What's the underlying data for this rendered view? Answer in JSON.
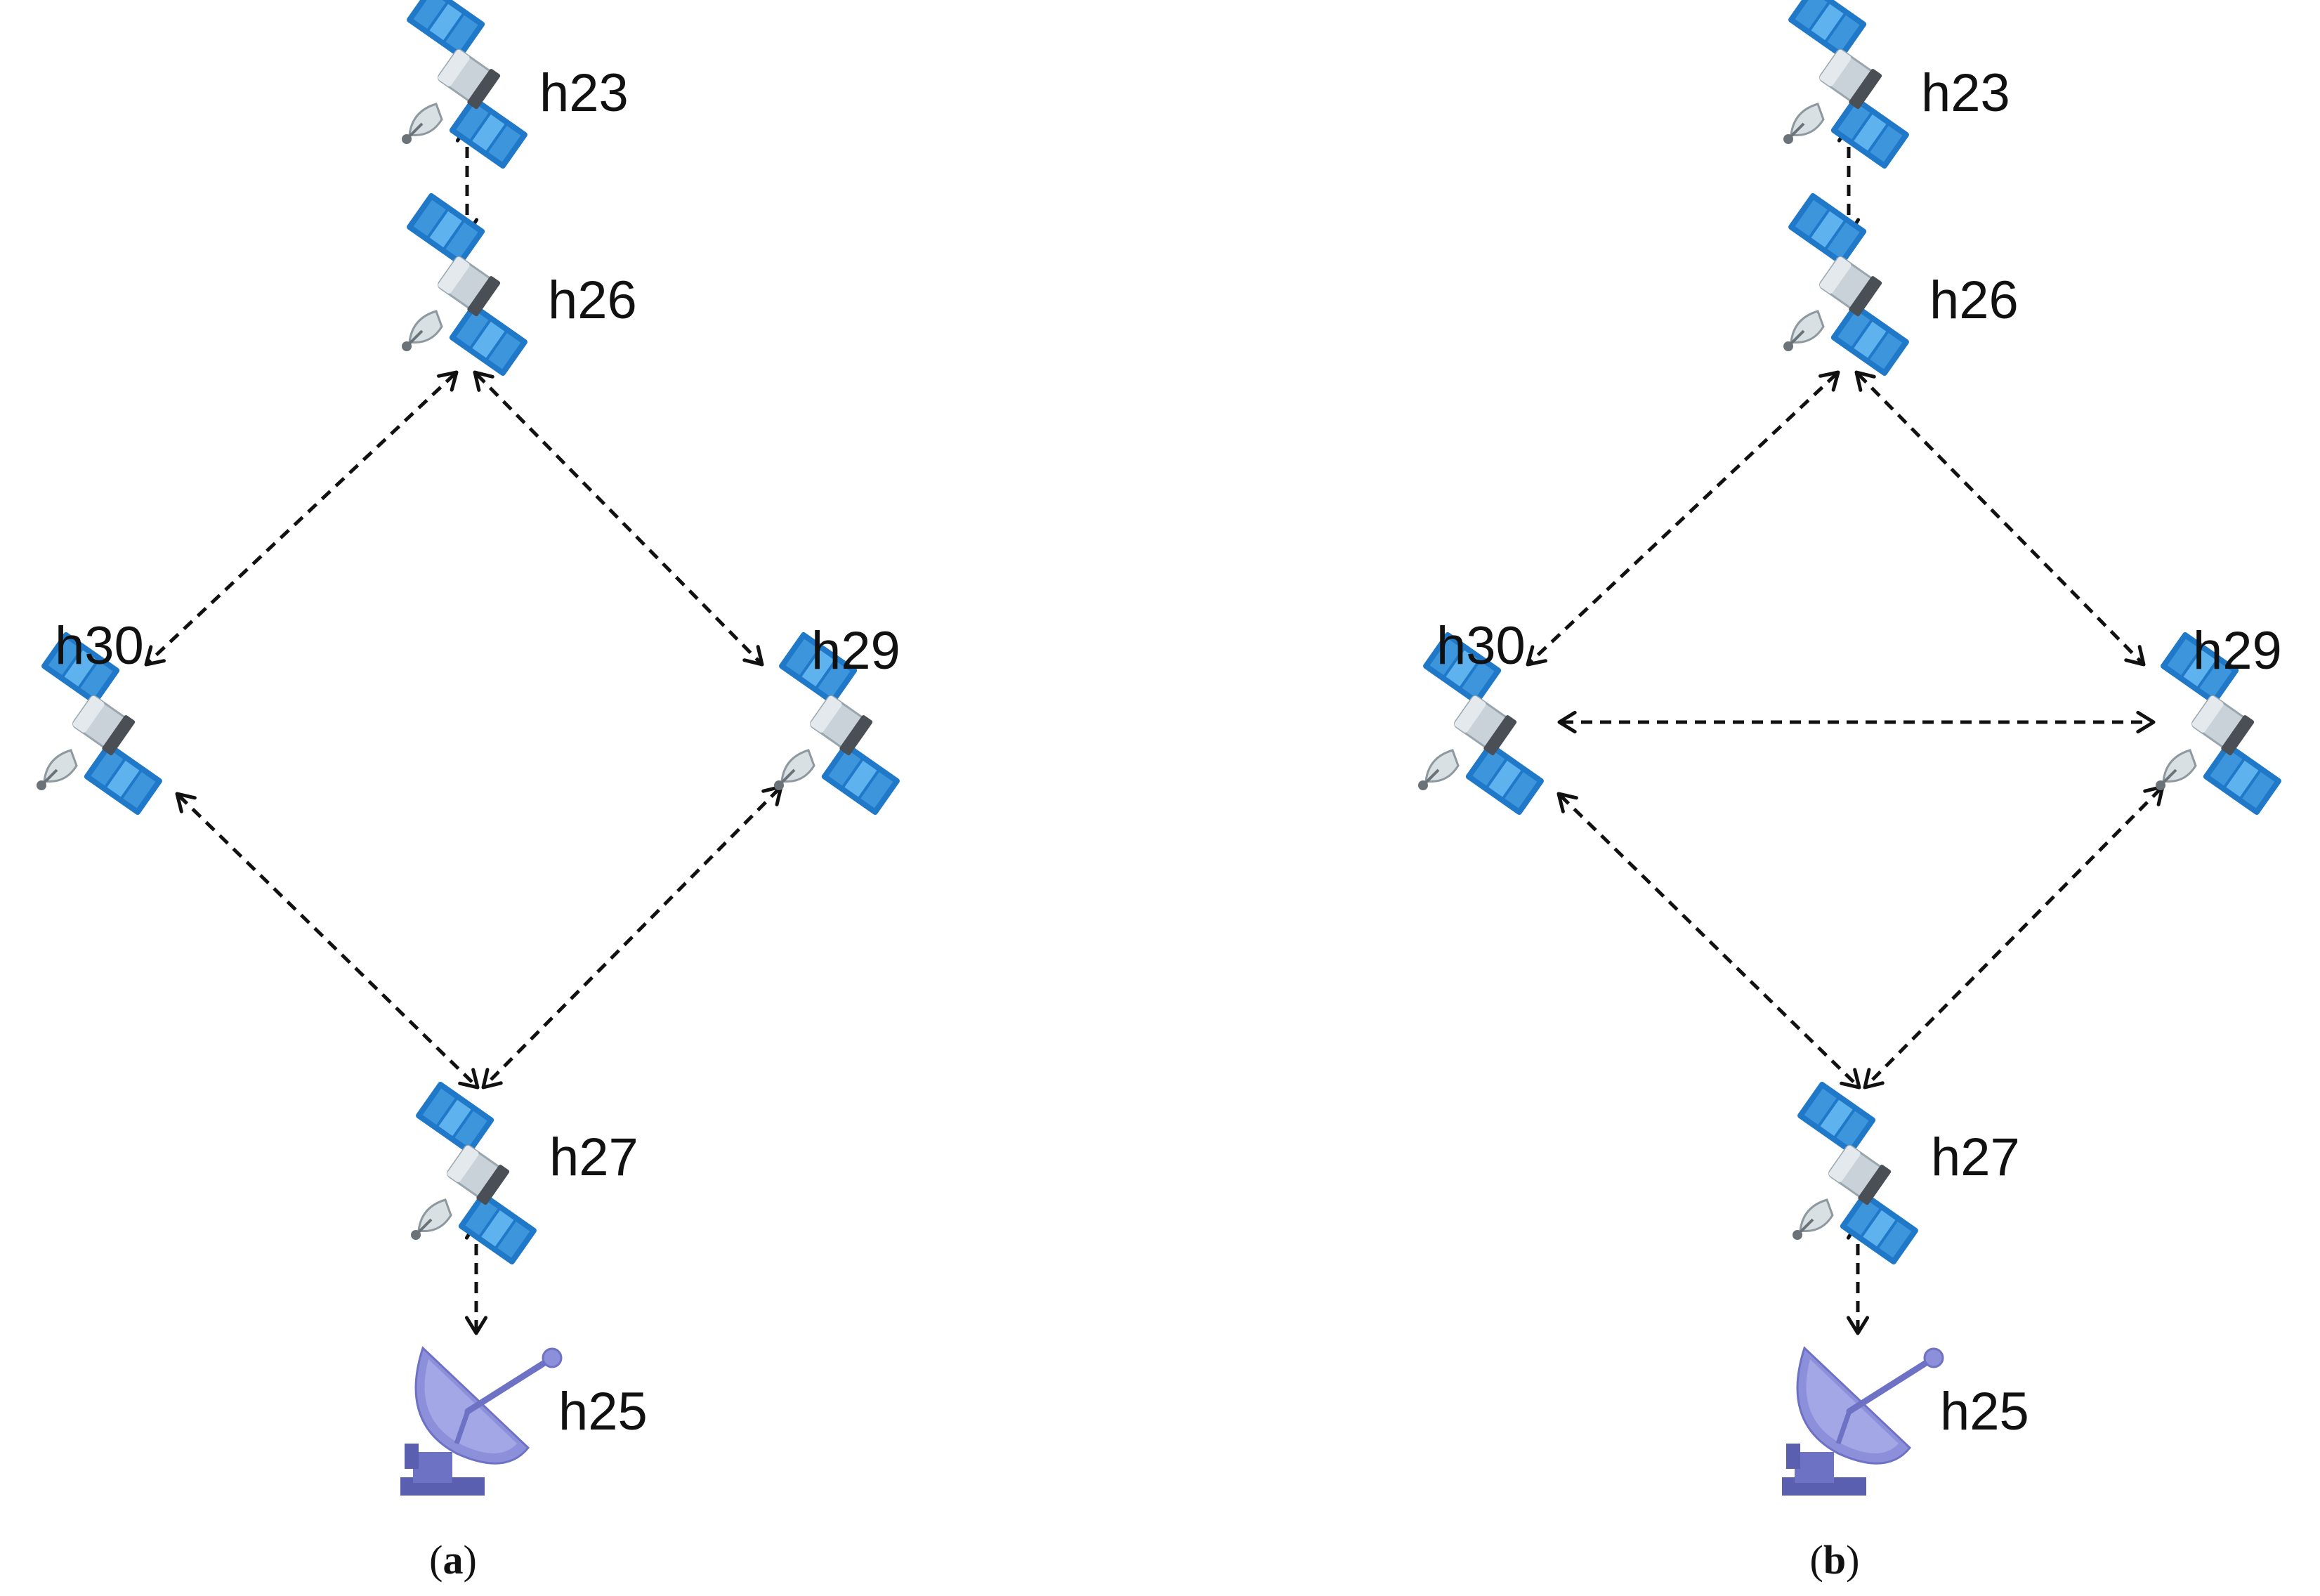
{
  "panels": [
    {
      "id": "a",
      "caption": {
        "open": "(",
        "letter": "a",
        "close": ")"
      },
      "nodes": [
        {
          "id": "h23",
          "label": "h23",
          "kind": "satellite-icon"
        },
        {
          "id": "h26",
          "label": "h26",
          "kind": "satellite-icon"
        },
        {
          "id": "h30",
          "label": "h30",
          "kind": "satellite-icon"
        },
        {
          "id": "h29",
          "label": "h29",
          "kind": "satellite-icon"
        },
        {
          "id": "h27",
          "label": "h27",
          "kind": "satellite-icon"
        },
        {
          "id": "h25",
          "label": "h25",
          "kind": "ground-station-icon"
        }
      ],
      "links": [
        {
          "from": "h23",
          "to": "h26",
          "style": "dashed",
          "direction": "bidirectional"
        },
        {
          "from": "h26",
          "to": "h30",
          "style": "dashed",
          "direction": "bidirectional"
        },
        {
          "from": "h26",
          "to": "h29",
          "style": "dashed",
          "direction": "bidirectional"
        },
        {
          "from": "h30",
          "to": "h27",
          "style": "dashed",
          "direction": "bidirectional"
        },
        {
          "from": "h29",
          "to": "h27",
          "style": "dashed",
          "direction": "bidirectional"
        },
        {
          "from": "h27",
          "to": "h25",
          "style": "dashed",
          "direction": "bidirectional"
        }
      ]
    },
    {
      "id": "b",
      "caption": {
        "open": "(",
        "letter": "b",
        "close": ")"
      },
      "nodes": [
        {
          "id": "h23",
          "label": "h23",
          "kind": "satellite-icon"
        },
        {
          "id": "h26",
          "label": "h26",
          "kind": "satellite-icon"
        },
        {
          "id": "h30",
          "label": "h30",
          "kind": "satellite-icon"
        },
        {
          "id": "h29",
          "label": "h29",
          "kind": "satellite-icon"
        },
        {
          "id": "h27",
          "label": "h27",
          "kind": "satellite-icon"
        },
        {
          "id": "h25",
          "label": "h25",
          "kind": "ground-station-icon"
        }
      ],
      "links": [
        {
          "from": "h23",
          "to": "h26",
          "style": "dashed",
          "direction": "bidirectional"
        },
        {
          "from": "h26",
          "to": "h30",
          "style": "dashed",
          "direction": "bidirectional"
        },
        {
          "from": "h26",
          "to": "h29",
          "style": "dashed",
          "direction": "bidirectional"
        },
        {
          "from": "h30",
          "to": "h29",
          "style": "dashed",
          "direction": "bidirectional"
        },
        {
          "from": "h30",
          "to": "h27",
          "style": "dashed",
          "direction": "bidirectional"
        },
        {
          "from": "h29",
          "to": "h27",
          "style": "dashed",
          "direction": "bidirectional"
        },
        {
          "from": "h27",
          "to": "h25",
          "style": "dashed",
          "direction": "bidirectional"
        }
      ]
    }
  ],
  "colors": {
    "solar_panel": "#1f78c8",
    "solar_panel_light": "#5eb3ee",
    "satellite_body": "#c9d2d8",
    "satellite_dark": "#4a4f55",
    "dish": "#8c90da",
    "dish_dark": "#5a5fb0",
    "link": "#111111",
    "label": "#111111"
  }
}
